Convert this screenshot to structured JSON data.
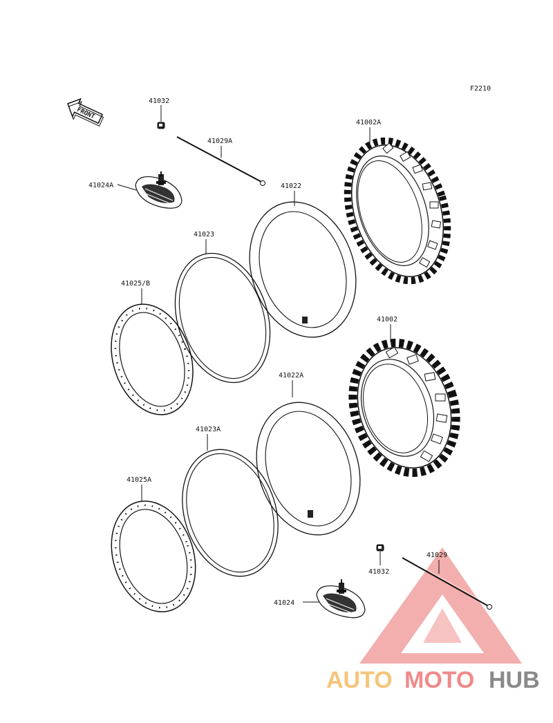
{
  "figure_code": "F2210",
  "front_label": "FRONT",
  "parts": {
    "p41032_top": "41032",
    "p41029A": "41029A",
    "p41024A": "41024A",
    "p41022": "41022",
    "p41002A": "41002A",
    "p41023": "41023",
    "p41025B": "41025/B",
    "p41002": "41002",
    "p41022A": "41022A",
    "p41023A": "41023A",
    "p41025A": "41025A",
    "p41029": "41029",
    "p41032_bottom": "41032",
    "p41024": "41024"
  },
  "watermark": {
    "part1": "AUTO",
    "part2": "MOTO",
    "part3": "HUB",
    "colors": {
      "auto": "#f6c47a",
      "moto": "#f08a8a",
      "hub": "#8a8a8a",
      "triangle": "#f2a0a0"
    }
  }
}
